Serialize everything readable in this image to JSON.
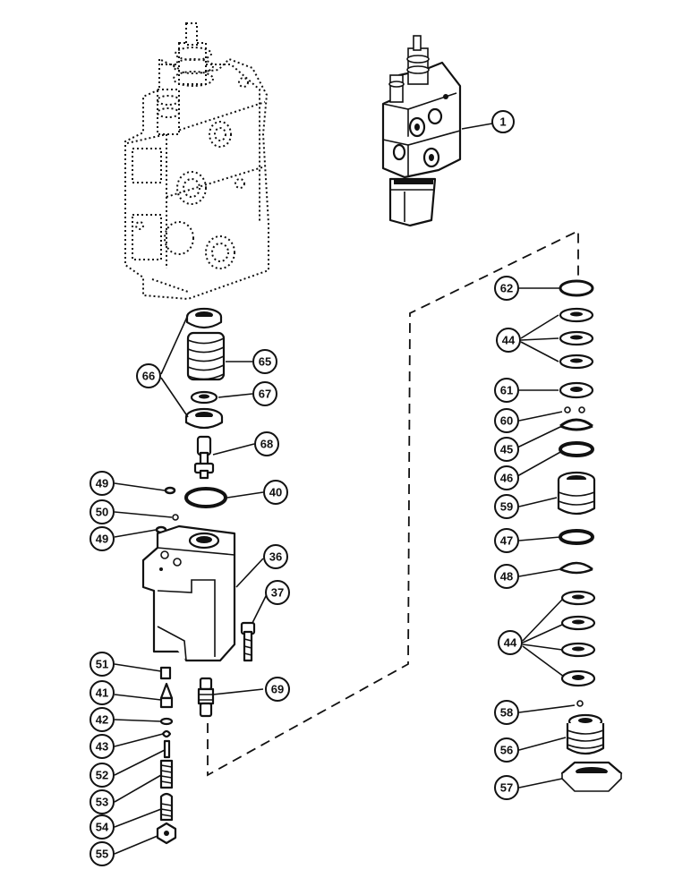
{
  "callouts": {
    "c1": "1",
    "c62": "62",
    "c44a": "44",
    "c61": "61",
    "c60": "60",
    "c45": "45",
    "c46": "46",
    "c59": "59",
    "c47": "47",
    "c48": "48",
    "c44b": "44",
    "c58": "58",
    "c56": "56",
    "c57": "57",
    "c66": "66",
    "c65": "65",
    "c67": "67",
    "c68": "68",
    "c49a": "49",
    "c40": "40",
    "c50": "50",
    "c49b": "49",
    "c36": "36",
    "c37": "37",
    "c51": "51",
    "c41": "41",
    "c69": "69",
    "c42": "42",
    "c43": "43",
    "c52": "52",
    "c53": "53",
    "c54": "54",
    "c55": "55"
  },
  "icons": {
    "valve-section": "valve-section-dotted-icon",
    "valve-assembly": "valve-assembly-icon"
  }
}
